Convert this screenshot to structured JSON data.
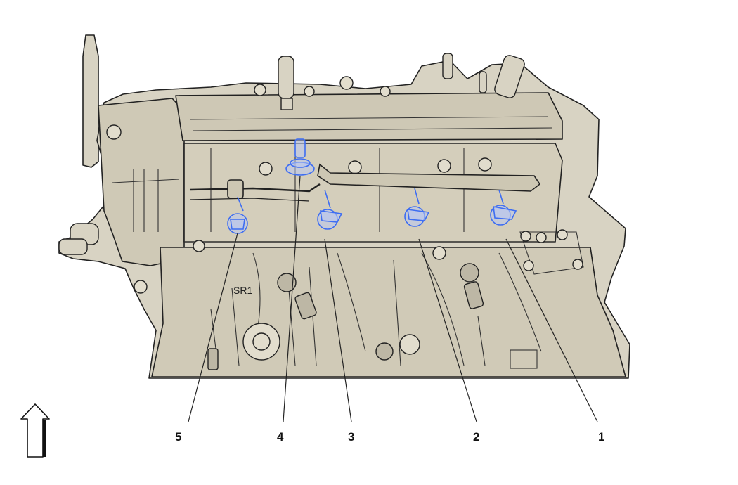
{
  "colors": {
    "engine_fill": "#d8d3c3",
    "engine_shade": "#c9c3b0",
    "engine_stroke": "#222222",
    "highlight": "#3d6df2",
    "highlight_fill": "#b8c6f3",
    "leader": "#222222"
  },
  "diagram": {
    "stamp_text": "SR1",
    "callouts": [
      {
        "label": "5"
      },
      {
        "label": "4"
      },
      {
        "label": "3"
      },
      {
        "label": "2"
      },
      {
        "label": "1"
      }
    ]
  },
  "icons": {
    "orientation": "up-arrow-icon"
  }
}
